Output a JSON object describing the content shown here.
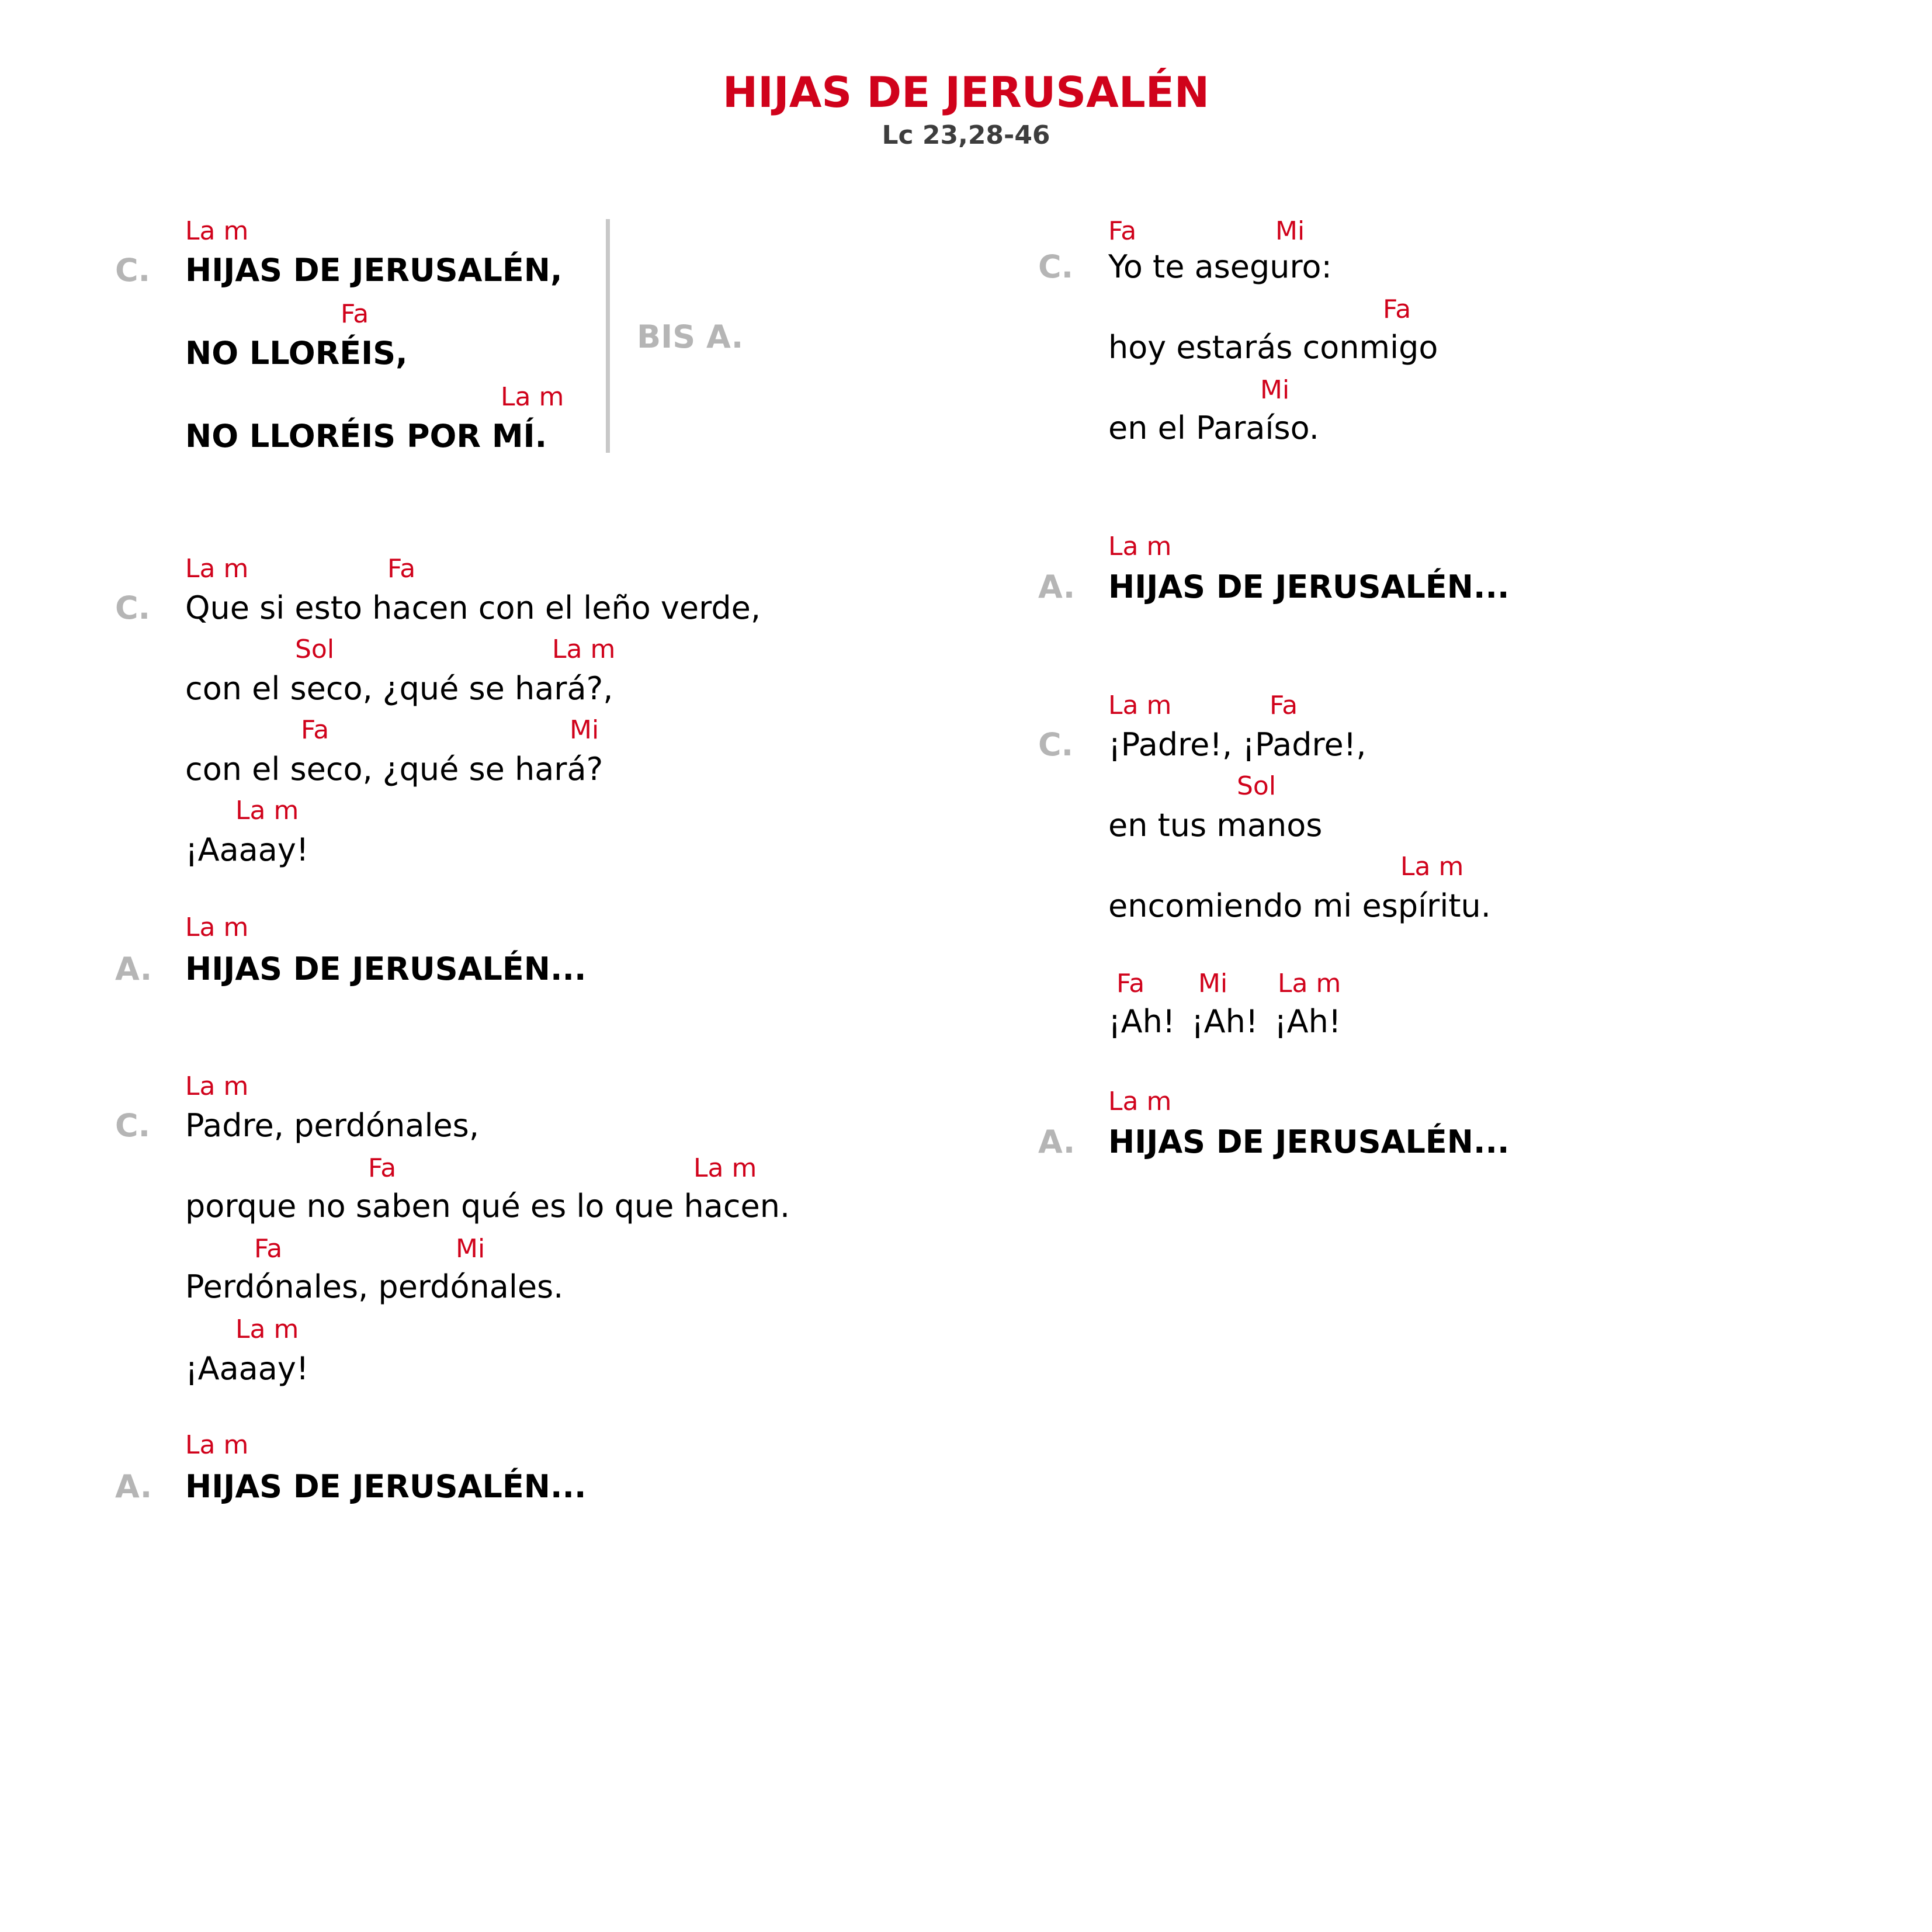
{
  "song": {
    "title": "HIJAS DE JERUSALÉN",
    "reference": "Lc 23,28-46"
  },
  "colors": {
    "chord": "#d0021b",
    "marker": "#b5b5b5",
    "reference": "#3d3d3d"
  },
  "left": {
    "s1": {
      "marker": "C.",
      "lines": [
        "HIJAS DE JERUSALÉN,",
        "NO LLORÉIS,",
        "NO LLORÉIS POR MÍ."
      ],
      "chords": [
        "La m",
        "Fa",
        "La m"
      ],
      "bis": "BIS A."
    },
    "s2": {
      "marker": "C.",
      "lines": [
        "Que si esto hacen con el leño verde,",
        "con el seco, ¿qué se hará?,",
        "con el seco, ¿qué se hará?",
        "¡Aaaay!"
      ],
      "chords": [
        "La m",
        "Fa",
        "Sol",
        "La m",
        "Fa",
        "Mi",
        "La m"
      ]
    },
    "s3": {
      "marker": "A.",
      "line": "HIJAS DE JERUSALÉN...",
      "chord": "La m"
    },
    "s4": {
      "marker": "C.",
      "lines": [
        "Padre, perdónales,",
        "porque no saben qué es lo que hacen.",
        "Perdónales, perdónales.",
        "¡Aaaay!"
      ],
      "chords": [
        "La m",
        "Fa",
        "La m",
        "Fa",
        "Mi",
        "La m"
      ]
    },
    "s5": {
      "marker": "A.",
      "line": "HIJAS DE JERUSALÉN...",
      "chord": "La m"
    }
  },
  "right": {
    "s1": {
      "marker": "C.",
      "lines": [
        "Yo te aseguro:",
        "hoy estarás conmigo",
        "en el Paraíso."
      ],
      "chords": [
        "Fa",
        "Mi",
        "Fa",
        "Mi"
      ]
    },
    "s2": {
      "marker": "A.",
      "line": "HIJAS DE JERUSALÉN...",
      "chord": "La m"
    },
    "s3": {
      "marker": "C.",
      "lines": [
        "¡Padre!, ¡Padre!,",
        "en tus manos",
        "encomiendo mi espíritu."
      ],
      "chords": [
        "La m",
        "Fa",
        "Sol",
        "La m"
      ]
    },
    "s4": {
      "lines": [
        "¡Ah!",
        "¡Ah!",
        "¡Ah!"
      ],
      "chords": [
        "Fa",
        "Mi",
        "La m"
      ]
    },
    "s5": {
      "marker": "A.",
      "line": "HIJAS DE JERUSALÉN...",
      "chord": "La m"
    }
  }
}
